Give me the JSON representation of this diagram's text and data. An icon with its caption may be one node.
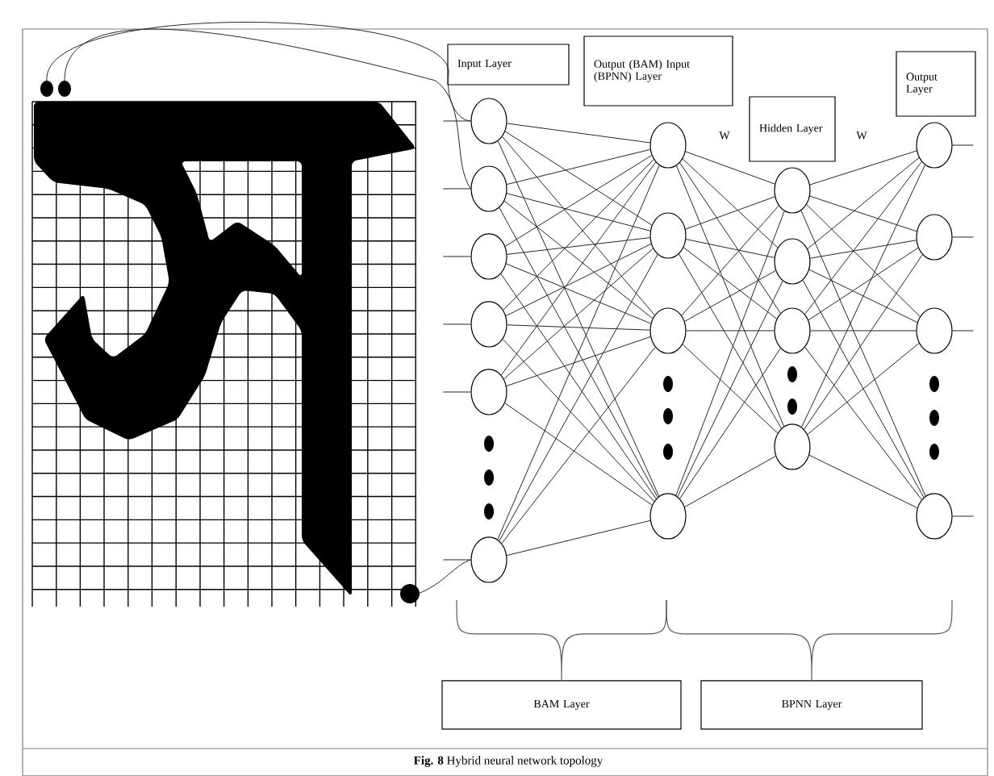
{
  "diagram": {
    "caption": "**Fig. 8** Hybrid neural network topology",
    "nodes": [
      {
        "text": [
          "Input Layer"
        ]
      },
      {
        "text": [
          "Output (BAM) Input (BPNN) Layer"
        ]
      },
      {
        "text": [
          "Hidden Layer"
        ]
      },
      {
        "text": [
          "Output Layer"
        ]
      },
      {
        "text": [],
        "shape": "picture"
      },
      {
        "text": [],
        "shape": "circle"
      },
      {
        "text": [],
        "shape": "circle"
      },
      {
        "text": [],
        "shape": "circle"
      },
      {
        "text": [],
        "shape": "circle"
      },
      {
        "text": [],
        "shape": "circle"
      },
      {
        "text": [],
        "shape": "circle"
      },
      {
        "text": [],
        "shape": "circle"
      },
      {
        "text": [],
        "shape": "circle"
      },
      {
        "text": [],
        "shape": "circle"
      },
      {
        "text": [],
        "shape": "circle"
      },
      {
        "text": [],
        "shape": "circle"
      },
      {
        "text": [],
        "shape": "circle"
      },
      {
        "text": [],
        "shape": "circle"
      },
      {
        "text": [],
        "shape": "circle"
      },
      {
        "text": [],
        "shape": "circle"
      },
      {
        "text": [],
        "shape": "circle"
      },
      {
        "text": [],
        "shape": "circle"
      },
      {
        "text": [],
        "shape": "circle"
      },
      {
        "text": [
          "BAM Layer"
        ]
      },
      {
        "text": [
          "BPNN Layer"
        ]
      }
    ],
    "edges": [
      {
        "from": 4,
        "to": 5,
        "arrow": "none"
      },
      {
        "from": 4,
        "to": 6,
        "arrow": "none"
      },
      {
        "from": 4,
        "to": 10,
        "arrow": "none"
      },
      {
        "from": null,
        "to": 5,
        "arrow": "none"
      },
      {
        "from": null,
        "to": 6,
        "arrow": "none"
      },
      {
        "from": null,
        "to": 7,
        "arrow": "none"
      },
      {
        "from": null,
        "to": 8,
        "arrow": "none"
      },
      {
        "from": null,
        "to": 9,
        "arrow": "none"
      },
      {
        "from": null,
        "to": 10,
        "arrow": "none"
      },
      {
        "from": 5,
        "to": 11,
        "arrow": "none"
      },
      {
        "from": 5,
        "to": 12,
        "arrow": "none"
      },
      {
        "from": 5,
        "to": 13,
        "arrow": "none"
      },
      {
        "from": 5,
        "to": 14,
        "arrow": "none"
      },
      {
        "from": 6,
        "to": 11,
        "arrow": "none"
      },
      {
        "from": 6,
        "to": 12,
        "arrow": "none"
      },
      {
        "from": 6,
        "to": 13,
        "arrow": "none"
      },
      {
        "from": 6,
        "to": 14,
        "arrow": "none"
      },
      {
        "from": 7,
        "to": 11,
        "arrow": "none"
      },
      {
        "from": 7,
        "to": 12,
        "arrow": "none"
      },
      {
        "from": 7,
        "to": 13,
        "arrow": "none"
      },
      {
        "from": 7,
        "to": 14,
        "arrow": "none"
      },
      {
        "from": 8,
        "to": 11,
        "arrow": "none"
      },
      {
        "from": 8,
        "to": 12,
        "arrow": "none"
      },
      {
        "from": 8,
        "to": 13,
        "arrow": "none"
      },
      {
        "from": 8,
        "to": 14,
        "arrow": "none"
      },
      {
        "from": 9,
        "to": 11,
        "arrow": "none"
      },
      {
        "from": 9,
        "to": 12,
        "arrow": "none"
      },
      {
        "from": 9,
        "to": 13,
        "arrow": "none"
      },
      {
        "from": 9,
        "to": 14,
        "arrow": "none"
      },
      {
        "from": 10,
        "to": 11,
        "arrow": "none"
      },
      {
        "from": 10,
        "to": 12,
        "arrow": "none"
      },
      {
        "from": 10,
        "to": 13,
        "arrow": "none"
      },
      {
        "from": 10,
        "to": 14,
        "arrow": "none"
      },
      {
        "from": 11,
        "to": 15,
        "arrow": "none"
      },
      {
        "from": 11,
        "to": 16,
        "arrow": "none"
      },
      {
        "from": 11,
        "to": 17,
        "arrow": "none"
      },
      {
        "from": 11,
        "to": 18,
        "arrow": "none"
      },
      {
        "from": 12,
        "to": 15,
        "arrow": "none"
      },
      {
        "from": 12,
        "to": 16,
        "arrow": "none"
      },
      {
        "from": 12,
        "to": 17,
        "arrow": "none"
      },
      {
        "from": 12,
        "to": 18,
        "arrow": "none"
      },
      {
        "from": 13,
        "to": 15,
        "arrow": "none"
      },
      {
        "from": 13,
        "to": 16,
        "arrow": "none"
      },
      {
        "from": 13,
        "to": 17,
        "arrow": "none"
      },
      {
        "from": 13,
        "to": 18,
        "arrow": "none"
      },
      {
        "from": 14,
        "to": 15,
        "arrow": "none"
      },
      {
        "from": 14,
        "to": 16,
        "arrow": "none"
      },
      {
        "from": 14,
        "to": 17,
        "arrow": "none"
      },
      {
        "from": 14,
        "to": 18,
        "arrow": "none"
      },
      {
        "from": 15,
        "to": 19,
        "arrow": "none"
      },
      {
        "from": 15,
        "to": 20,
        "arrow": "none"
      },
      {
        "from": 15,
        "to": 21,
        "arrow": "none"
      },
      {
        "from": 15,
        "to": 22,
        "arrow": "none"
      },
      {
        "from": 16,
        "to": 19,
        "arrow": "none"
      },
      {
        "from": 16,
        "to": 20,
        "arrow": "none"
      },
      {
        "from": 16,
        "to": 21,
        "arrow": "none"
      },
      {
        "from": 16,
        "to": 22,
        "arrow": "none"
      },
      {
        "from": 17,
        "to": 19,
        "arrow": "none"
      },
      {
        "from": 17,
        "to": 20,
        "arrow": "none"
      },
      {
        "from": 17,
        "to": 21,
        "arrow": "none"
      },
      {
        "from": 17,
        "to": 22,
        "arrow": "none"
      },
      {
        "from": 18,
        "to": 19,
        "arrow": "none"
      },
      {
        "from": 18,
        "to": 20,
        "arrow": "none"
      },
      {
        "from": 18,
        "to": 21,
        "arrow": "none"
      },
      {
        "from": 18,
        "to": 22,
        "arrow": "none"
      },
      {
        "from": 19,
        "to": null,
        "arrow": "none"
      },
      {
        "from": 20,
        "to": null,
        "arrow": "none"
      },
      {
        "from": 21,
        "to": null,
        "arrow": "none"
      },
      {
        "from": 22,
        "to": null,
        "arrow": "none"
      }
    ],
    "labels": [
      "W",
      "W"
    ]
  }
}
